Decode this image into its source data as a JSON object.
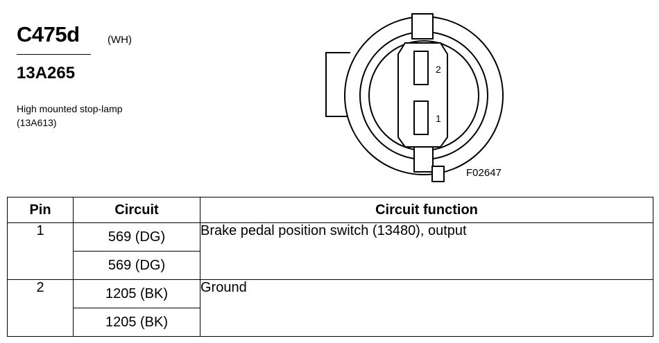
{
  "header": {
    "connector_id": "C475d",
    "color_code": "(WH)",
    "part_number": "13A265",
    "description": "High mounted stop-lamp (13A613)"
  },
  "diagram": {
    "pin_labels": [
      "2",
      "1"
    ],
    "figure_id": "F02647"
  },
  "table": {
    "headers": [
      "Pin",
      "Circuit",
      "Circuit function"
    ],
    "rows": [
      {
        "pin": "1",
        "circuits": [
          "569 (DG)",
          "569 (DG)"
        ],
        "function": "Brake pedal position switch (13480), output"
      },
      {
        "pin": "2",
        "circuits": [
          "1205 (BK)",
          "1205 (BK)"
        ],
        "function": "Ground"
      }
    ]
  }
}
